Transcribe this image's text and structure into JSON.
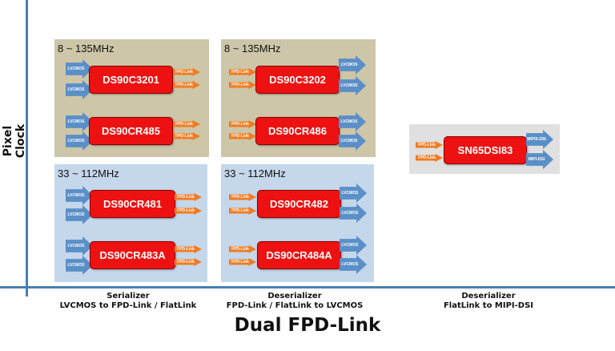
{
  "axes": {
    "ylabel": "Pixel Clock",
    "xlabel": "Dual FPD-Link"
  },
  "columns": [
    {
      "line1": "Serializer",
      "line2": "LVCMOS to FPD-Link / FlatLink"
    },
    {
      "line1": "Deserializer",
      "line2": "FPD-Link / FlatLink to LVCMOS"
    },
    {
      "line1": "Deserializer",
      "line2": "FlatLink to MIPI-DSI"
    }
  ],
  "panels": {
    "ser_low": {
      "freq": "8 ~ 135MHz",
      "chips": [
        "DS90C3201",
        "DS90CR485"
      ]
    },
    "des_low": {
      "freq": "8 ~ 135MHz",
      "chips": [
        "DS90C3202",
        "DS90CR486"
      ]
    },
    "ser_high": {
      "freq": "33 ~ 112MHz",
      "chips": [
        "DS90CR481",
        "DS90CR483A"
      ]
    },
    "des_high": {
      "freq": "33 ~ 112MHz",
      "chips": [
        "DS90CR482",
        "DS90CR484A"
      ]
    },
    "mipi": {
      "chip": "SN65DSI83"
    }
  },
  "signals": {
    "lvcmos": "LVCMOS",
    "fpd": "FPD-Link",
    "mipi": "MIPIS-DSI",
    "mipi2": "MIPI-DSI"
  },
  "colors": {
    "axis": "#4a7fb0",
    "chip": "#ee1111",
    "lvcmos_arrow": "#5b8fc7",
    "fpd_arrow": "#f07b21",
    "panel_tan": "#cdc6a8",
    "panel_blue": "#c5d7ea",
    "panel_gray": "#e0e0e0"
  }
}
